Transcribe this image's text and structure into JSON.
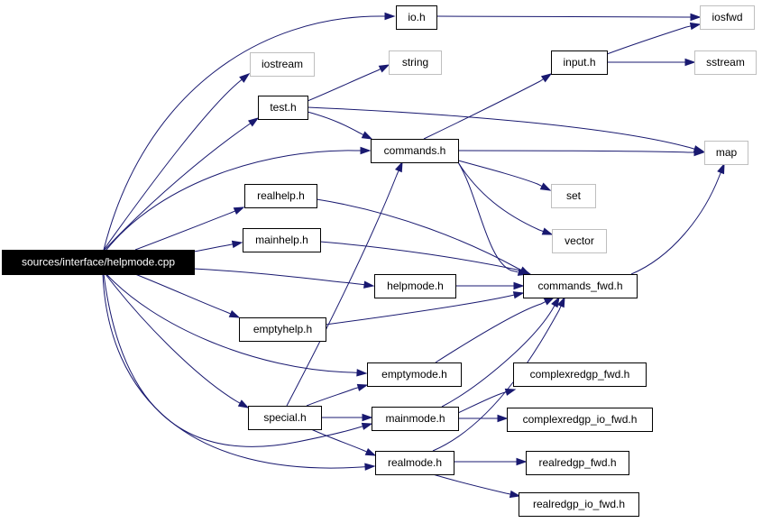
{
  "diagram": {
    "nodes": [
      {
        "id": "helpmode_cpp",
        "label": "sources/interface/helpmode.cpp",
        "style": "root"
      },
      {
        "id": "io_h",
        "label": "io.h",
        "style": "normal"
      },
      {
        "id": "iosfwd",
        "label": "iosfwd",
        "style": "external"
      },
      {
        "id": "iostream",
        "label": "iostream",
        "style": "external"
      },
      {
        "id": "string",
        "label": "string",
        "style": "external"
      },
      {
        "id": "input_h",
        "label": "input.h",
        "style": "normal"
      },
      {
        "id": "sstream",
        "label": "sstream",
        "style": "external"
      },
      {
        "id": "test_h",
        "label": "test.h",
        "style": "normal"
      },
      {
        "id": "commands_h",
        "label": "commands.h",
        "style": "normal"
      },
      {
        "id": "map",
        "label": "map",
        "style": "external"
      },
      {
        "id": "realhelp_h",
        "label": "realhelp.h",
        "style": "normal"
      },
      {
        "id": "set",
        "label": "set",
        "style": "external"
      },
      {
        "id": "mainhelp_h",
        "label": "mainhelp.h",
        "style": "normal"
      },
      {
        "id": "vector",
        "label": "vector",
        "style": "external"
      },
      {
        "id": "helpmode_h",
        "label": "helpmode.h",
        "style": "normal"
      },
      {
        "id": "commands_fwd_h",
        "label": "commands_fwd.h",
        "style": "normal"
      },
      {
        "id": "emptyhelp_h",
        "label": "emptyhelp.h",
        "style": "normal"
      },
      {
        "id": "emptymode_h",
        "label": "emptymode.h",
        "style": "normal"
      },
      {
        "id": "complexredgp_fwd_h",
        "label": "complexredgp_fwd.h",
        "style": "normal"
      },
      {
        "id": "special_h",
        "label": "special.h",
        "style": "normal"
      },
      {
        "id": "mainmode_h",
        "label": "mainmode.h",
        "style": "normal"
      },
      {
        "id": "complexredgp_io_fwd_h",
        "label": "complexredgp_io_fwd.h",
        "style": "normal"
      },
      {
        "id": "realmode_h",
        "label": "realmode.h",
        "style": "normal"
      },
      {
        "id": "realredgp_fwd_h",
        "label": "realredgp_fwd.h",
        "style": "normal"
      },
      {
        "id": "realredgp_io_fwd_h",
        "label": "realredgp_io_fwd.h",
        "style": "normal"
      }
    ],
    "edges": [
      {
        "from": "helpmode_cpp",
        "to": "io_h"
      },
      {
        "from": "helpmode_cpp",
        "to": "iostream"
      },
      {
        "from": "helpmode_cpp",
        "to": "test_h"
      },
      {
        "from": "helpmode_cpp",
        "to": "commands_h"
      },
      {
        "from": "helpmode_cpp",
        "to": "realhelp_h"
      },
      {
        "from": "helpmode_cpp",
        "to": "mainhelp_h"
      },
      {
        "from": "helpmode_cpp",
        "to": "helpmode_h"
      },
      {
        "from": "helpmode_cpp",
        "to": "emptyhelp_h"
      },
      {
        "from": "helpmode_cpp",
        "to": "emptymode_h"
      },
      {
        "from": "helpmode_cpp",
        "to": "special_h"
      },
      {
        "from": "helpmode_cpp",
        "to": "mainmode_h"
      },
      {
        "from": "helpmode_cpp",
        "to": "realmode_h"
      },
      {
        "from": "io_h",
        "to": "iosfwd"
      },
      {
        "from": "input_h",
        "to": "iosfwd"
      },
      {
        "from": "input_h",
        "to": "sstream"
      },
      {
        "from": "test_h",
        "to": "string"
      },
      {
        "from": "test_h",
        "to": "commands_h"
      },
      {
        "from": "test_h",
        "to": "map"
      },
      {
        "from": "commands_h",
        "to": "input_h"
      },
      {
        "from": "commands_h",
        "to": "map"
      },
      {
        "from": "commands_h",
        "to": "set"
      },
      {
        "from": "commands_h",
        "to": "vector"
      },
      {
        "from": "commands_h",
        "to": "commands_fwd_h"
      },
      {
        "from": "commands_fwd_h",
        "to": "map"
      },
      {
        "from": "realhelp_h",
        "to": "commands_fwd_h"
      },
      {
        "from": "mainhelp_h",
        "to": "commands_fwd_h"
      },
      {
        "from": "helpmode_h",
        "to": "commands_fwd_h"
      },
      {
        "from": "emptyhelp_h",
        "to": "commands_fwd_h"
      },
      {
        "from": "emptymode_h",
        "to": "commands_fwd_h"
      },
      {
        "from": "special_h",
        "to": "commands_h"
      },
      {
        "from": "special_h",
        "to": "emptymode_h"
      },
      {
        "from": "special_h",
        "to": "mainmode_h"
      },
      {
        "from": "special_h",
        "to": "realmode_h"
      },
      {
        "from": "mainmode_h",
        "to": "commands_fwd_h"
      },
      {
        "from": "mainmode_h",
        "to": "complexredgp_fwd_h"
      },
      {
        "from": "mainmode_h",
        "to": "complexredgp_io_fwd_h"
      },
      {
        "from": "realmode_h",
        "to": "commands_fwd_h"
      },
      {
        "from": "realmode_h",
        "to": "realredgp_fwd_h"
      },
      {
        "from": "realmode_h",
        "to": "realredgp_io_fwd_h"
      }
    ],
    "colors": {
      "edge": "#191970",
      "node_border": "#000000",
      "external_border": "#bfbfbf",
      "root_fill": "#000000",
      "root_text": "#ffffff",
      "background": "#ffffff"
    }
  }
}
